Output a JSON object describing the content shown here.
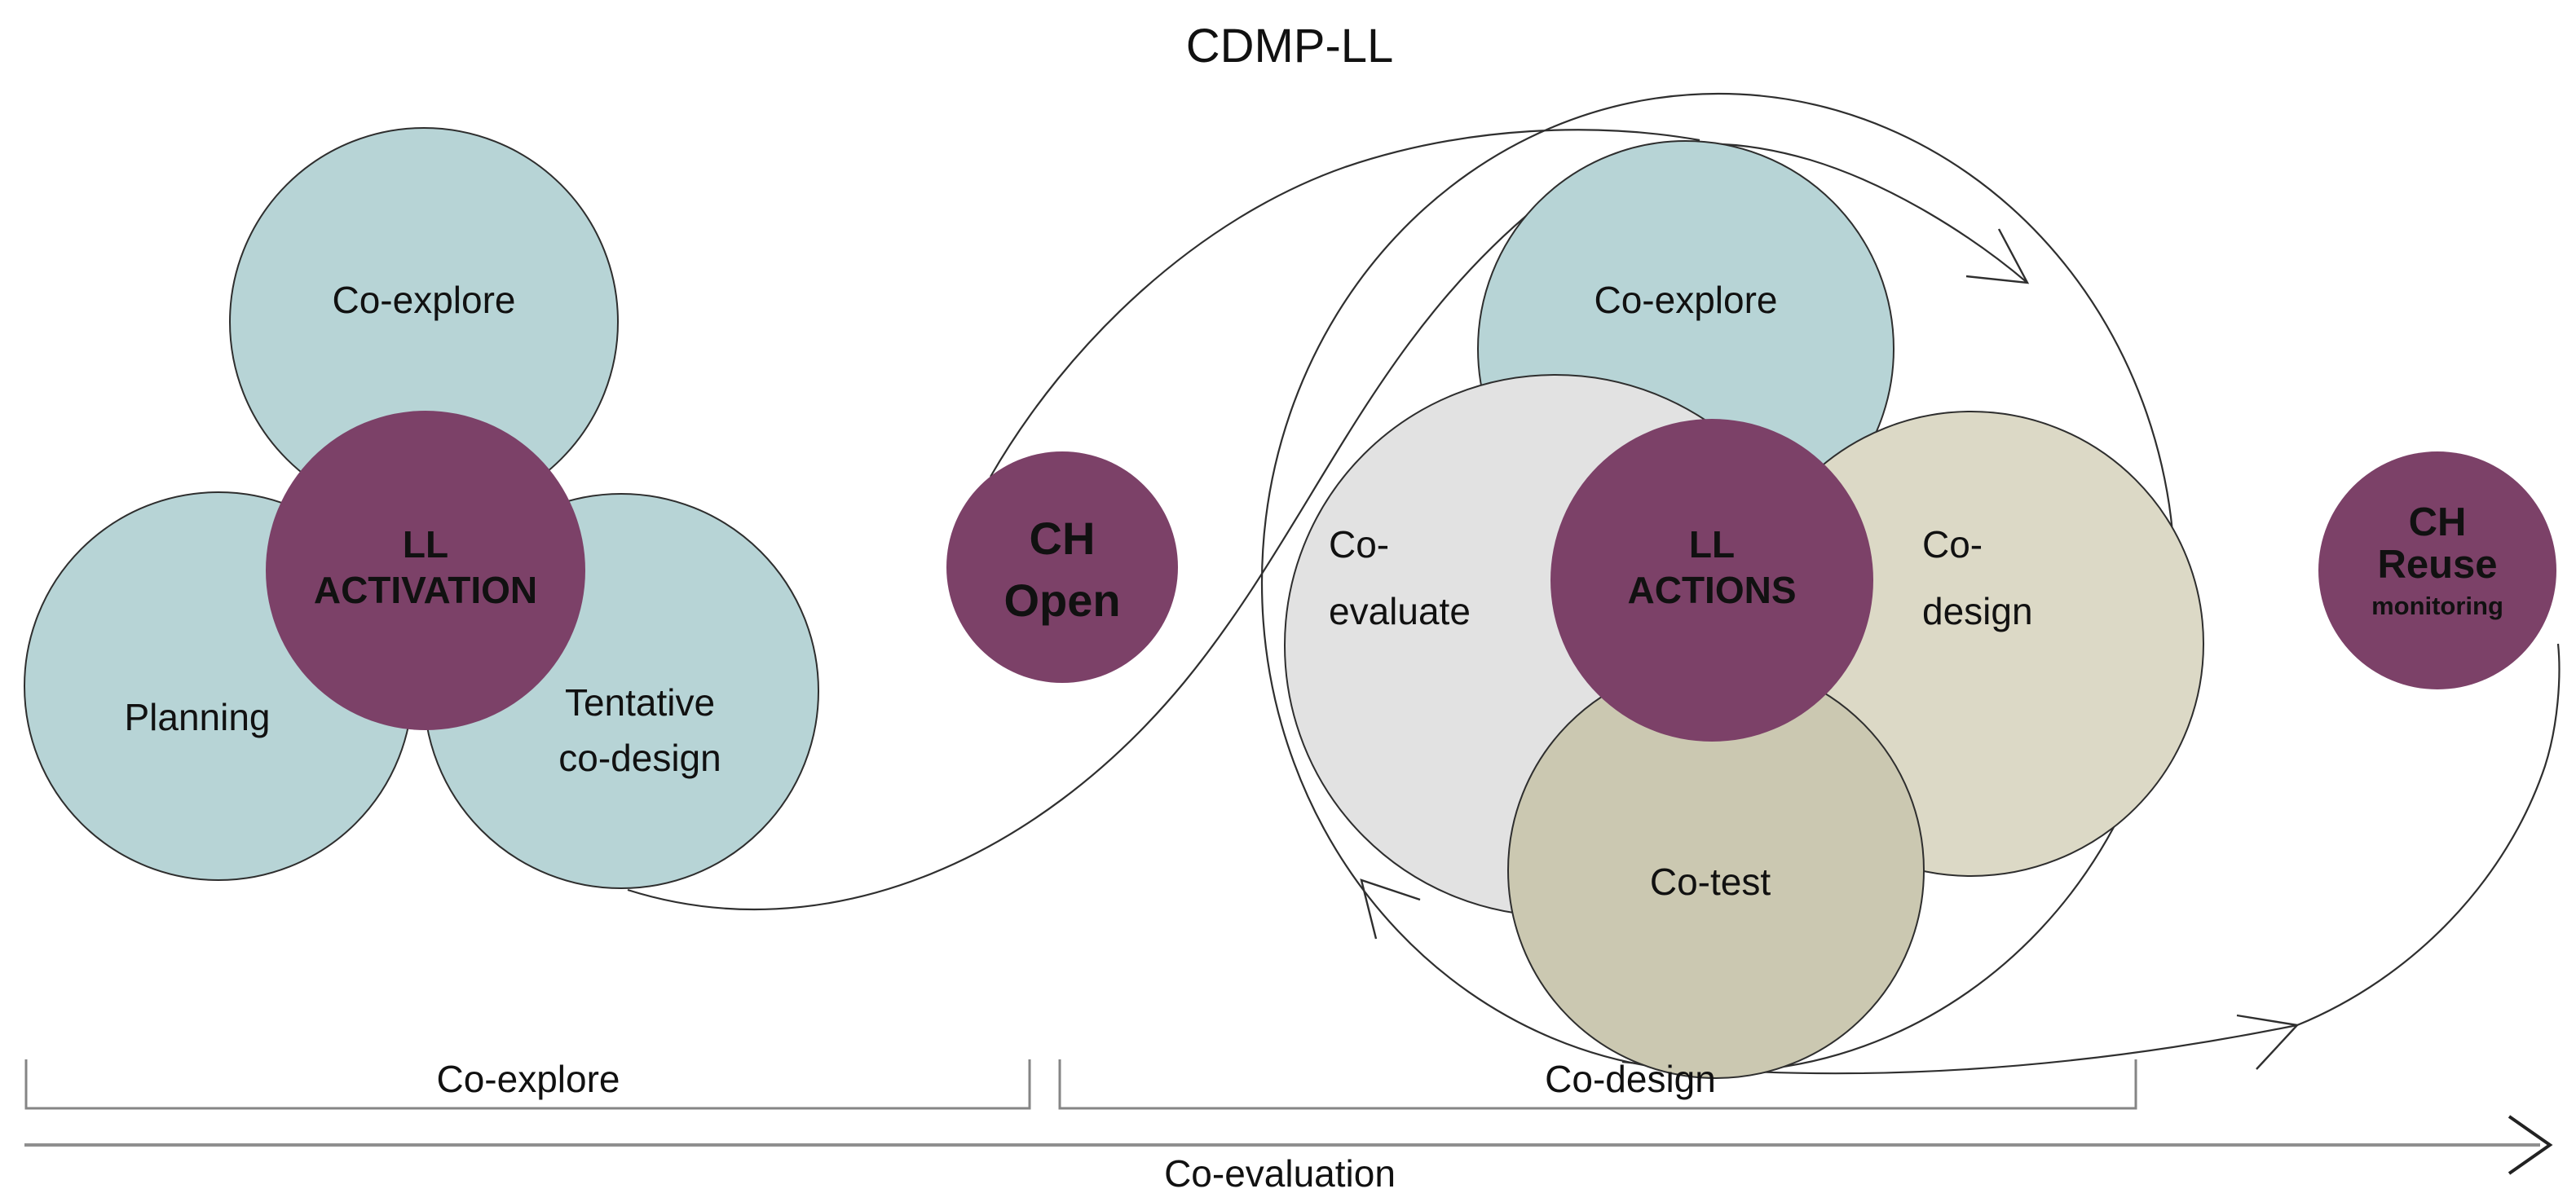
{
  "title": "CDMP-LL",
  "left_cluster": {
    "top_circle_label": "Co-explore",
    "bottom_left_circle_label": "Planning",
    "bottom_right_circle_label_line1": "Tentative",
    "bottom_right_circle_label_line2": "co-design",
    "hub_label_line1": "LL",
    "hub_label_line2": "ACTIVATION"
  },
  "ch_open": {
    "line1": "CH",
    "line2": "Open"
  },
  "right_cluster": {
    "top_circle_label": "Co-explore",
    "left_circle_label_line1": "Co-",
    "left_circle_label_line2": "evaluate",
    "right_circle_label_line1": "Co-",
    "right_circle_label_line2": "design",
    "bottom_circle_label": "Co-test",
    "hub_label_line1": "LL",
    "hub_label_line2": "ACTIONS"
  },
  "ch_reuse": {
    "line1": "CH",
    "line2": "Reuse",
    "line3": "monitoring"
  },
  "timeline": {
    "bracket1_label": "Co-explore",
    "bracket2_label": "Co-design",
    "arrow_label": "Co-evaluation"
  },
  "colors": {
    "teal": "#b7d4d6",
    "purple": "#7c4168",
    "light_gray": "#e2e2e2",
    "khaki_light": "#dcd9c6",
    "khaki_dark": "#cbc8b1",
    "white": "#ffffff"
  }
}
